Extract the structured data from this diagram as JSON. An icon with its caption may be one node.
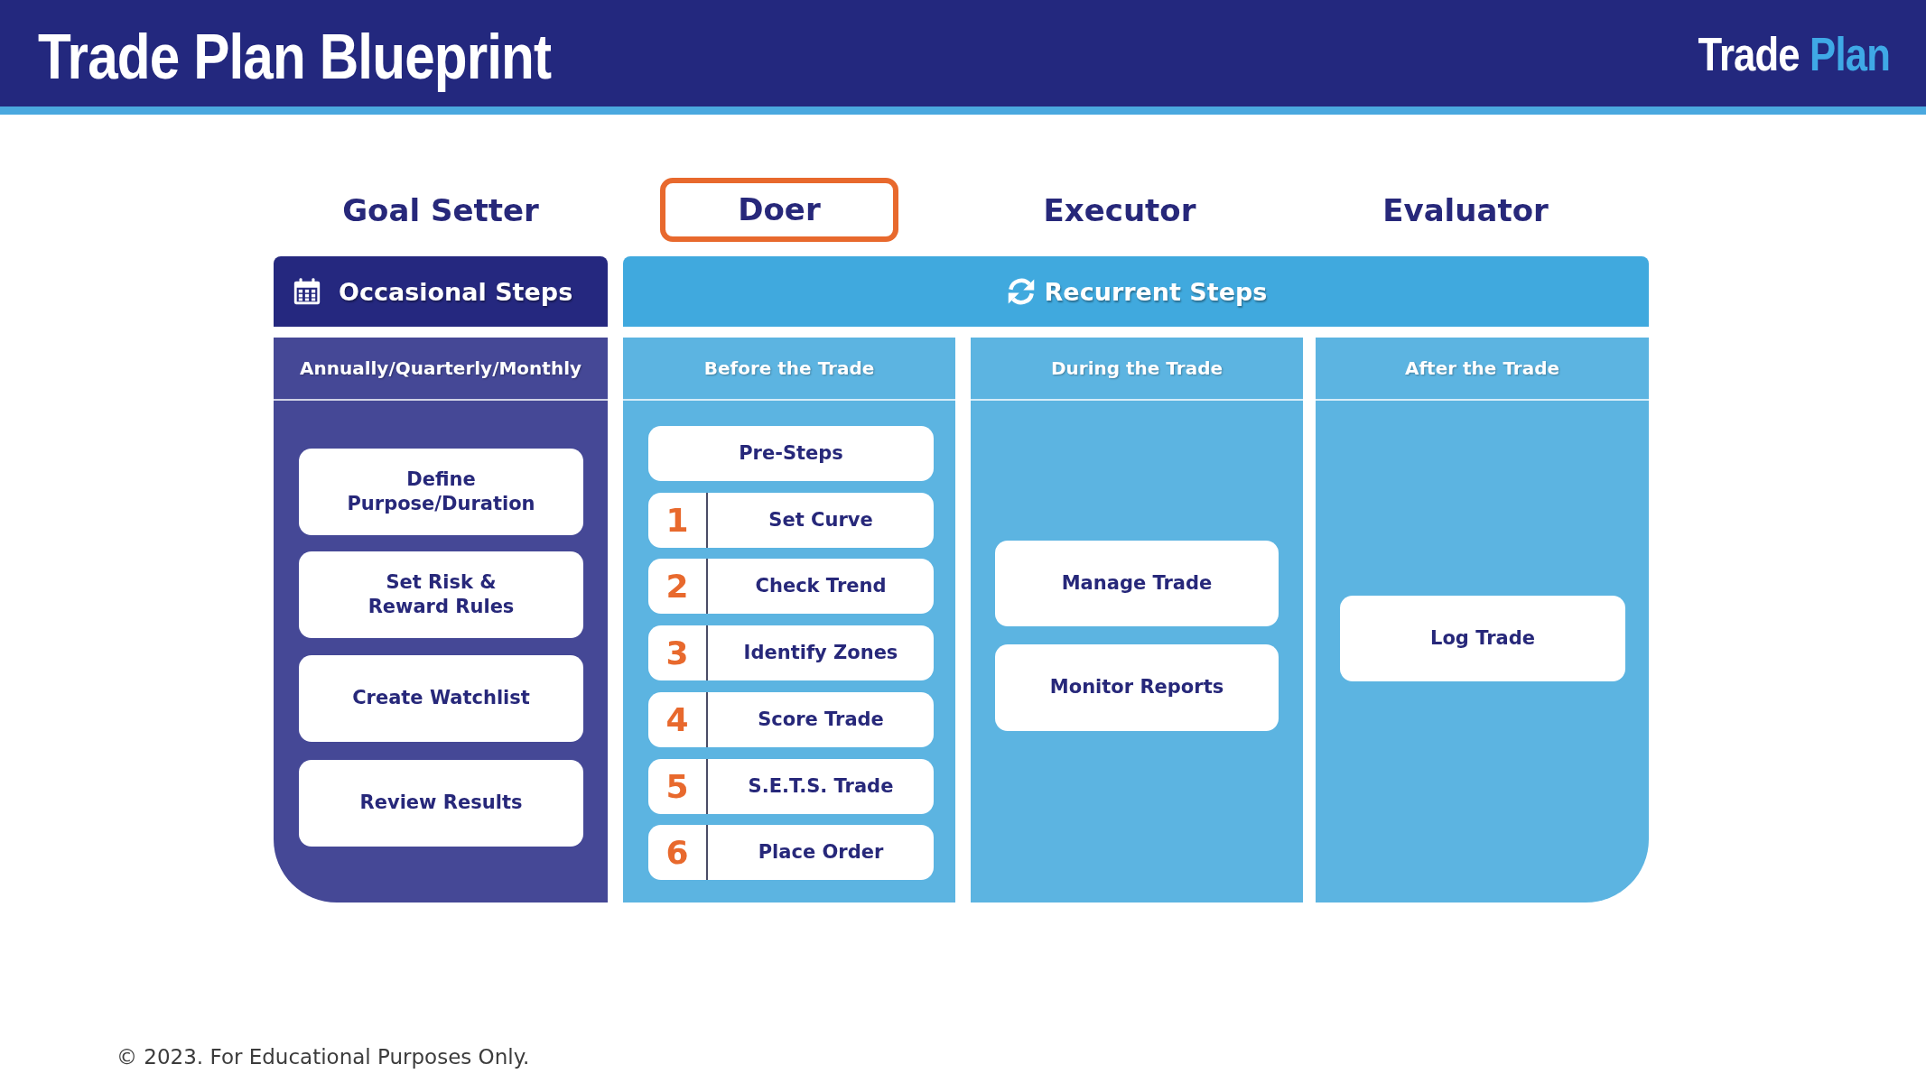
{
  "diagram": {
    "title": "Trade Plan Blueprint",
    "nodes": [
      {
        "text": [
          "Doer"
        ]
      },
      {
        "text": [
          "Occasional Steps"
        ]
      },
      {
        "text": [
          "Recurrent Steps"
        ]
      },
      {
        "text": [
          "Annually/Quarterly/Monthly"
        ]
      },
      {
        "text": [
          "Define Purpose/Duration"
        ],
        "in": 3
      },
      {
        "text": [
          "Set Risk & Reward Rules"
        ],
        "in": 3
      },
      {
        "text": [
          "Create Watchlist"
        ],
        "in": 3
      },
      {
        "text": [
          "Review Results"
        ],
        "in": 3
      },
      {
        "text": [
          "Before the Trade"
        ]
      },
      {
        "text": [
          "Pre-Steps"
        ],
        "in": 8
      },
      {
        "text": [
          "1",
          "Set Curve"
        ],
        "in": 8
      },
      {
        "text": [
          "2",
          "Check Trend"
        ],
        "in": 8
      },
      {
        "text": [
          "3",
          "Identify Zones"
        ],
        "in": 8
      },
      {
        "text": [
          "4",
          "Score Trade"
        ],
        "in": 8
      },
      {
        "text": [
          "5",
          "S.E.T.S. Trade"
        ],
        "in": 8
      },
      {
        "text": [
          "6",
          "Place Order"
        ],
        "in": 8
      },
      {
        "text": [
          "During the Trade"
        ]
      },
      {
        "text": [
          "Manage Trade"
        ],
        "in": 16
      },
      {
        "text": [
          "Monitor Reports"
        ],
        "in": 16
      },
      {
        "text": [
          "After the Trade"
        ]
      },
      {
        "text": [
          "Log Trade"
        ],
        "in": 19
      }
    ],
    "labels": [
      "Trade Plan",
      "Goal Setter",
      "Executor",
      "Evaluator",
      "© 2023. For Educational Purposes Only."
    ]
  }
}
